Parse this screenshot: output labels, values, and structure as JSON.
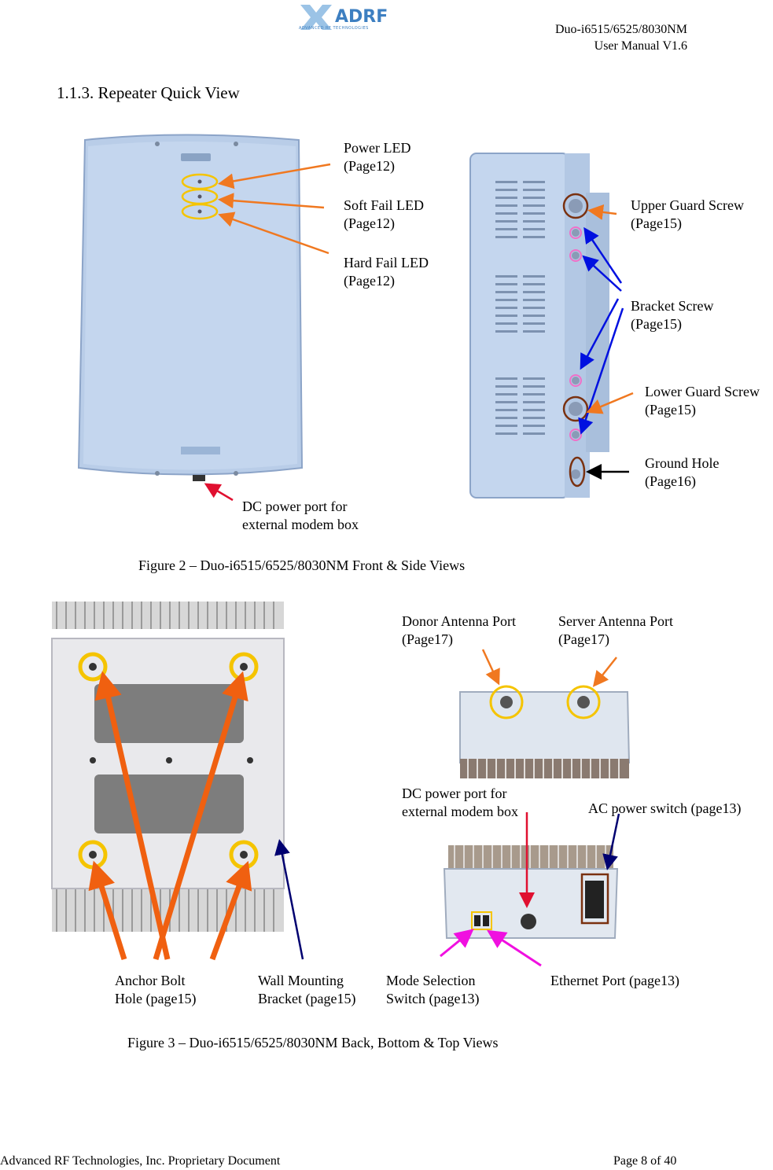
{
  "header": {
    "logo_text": "ADRF",
    "logo_tagline": "ADVANCED RF TECHNOLOGIES",
    "doc_title": "Duo-i6515/6525/8030NM",
    "doc_version": "User Manual V1.6"
  },
  "section_title": "1.1.3. Repeater Quick View",
  "figure2": {
    "caption": "Figure 2 – Duo-i6515/6525/8030NM Front & Side Views",
    "labels": {
      "power_led": "Power LED\n(Page12)",
      "soft_fail_led": "Soft Fail LED\n(Page12)",
      "hard_fail_led": "Hard Fail LED\n(Page12)",
      "dc_port": "DC power port for\nexternal modem box",
      "upper_guard": "Upper Guard Screw\n(Page15)",
      "bracket_screw": "Bracket Screw\n(Page15)",
      "lower_guard": "Lower Guard Screw\n(Page15)",
      "ground_hole": "Ground Hole\n(Page16)"
    }
  },
  "figure3": {
    "caption": "Figure 3 – Duo-i6515/6525/8030NM Back, Bottom & Top Views",
    "labels": {
      "donor_port": "Donor Antenna Port\n(Page17)",
      "server_port": "Server Antenna Port\n(Page17)",
      "dc_port": "DC power port for\nexternal modem box",
      "ac_switch": "AC power switch (page13)",
      "anchor_bolt": "Anchor Bolt\nHole (page15)",
      "wall_bracket": "Wall Mounting\nBracket (page15)",
      "mode_switch": "Mode Selection\nSwitch (page13)",
      "ethernet": "Ethernet Port (page13)"
    }
  },
  "footer": {
    "left": "Advanced RF Technologies, Inc. Proprietary Document",
    "right": "Page 8 of 40"
  }
}
